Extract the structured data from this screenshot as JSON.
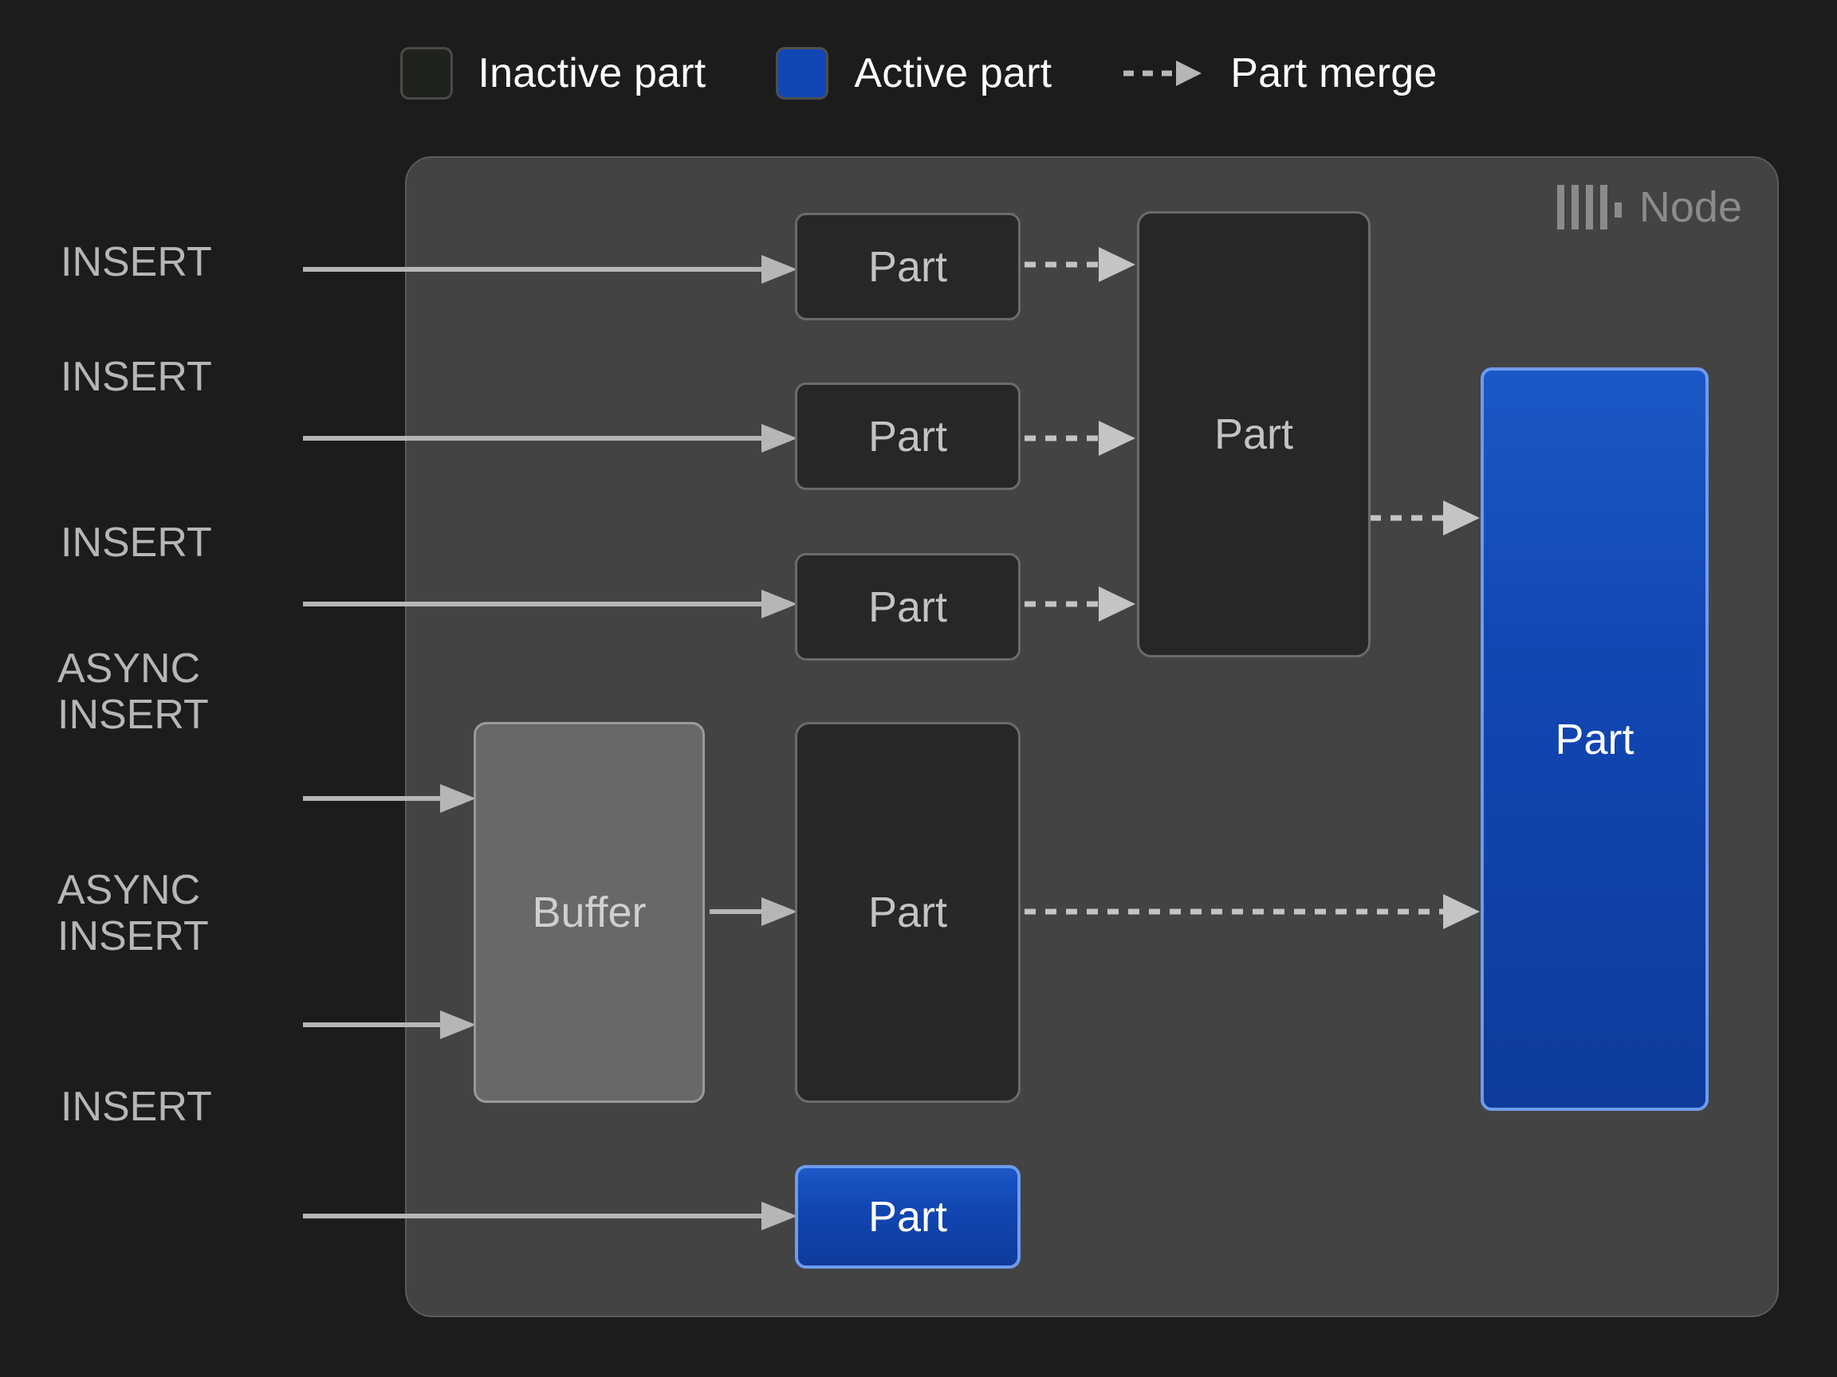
{
  "legend": {
    "items": [
      {
        "label": "Inactive part",
        "swatch": "inactive-part-swatch",
        "color": "#20231d"
      },
      {
        "label": "Active part",
        "swatch": "active-part-swatch",
        "color": "#1147b4"
      },
      {
        "label": "Part merge",
        "swatch": "dashed-arrow-icon",
        "color": "#b6b6b6"
      }
    ]
  },
  "node": {
    "label": "Node",
    "logo_icon": "clickhouse-logo-icon",
    "background": "#434343",
    "border": "#5b5b5b"
  },
  "inputs": [
    {
      "id": "insert-1",
      "label": "INSERT"
    },
    {
      "id": "insert-2",
      "label": "INSERT"
    },
    {
      "id": "insert-3",
      "label": "INSERT"
    },
    {
      "id": "async-insert-1",
      "label": "ASYNC\nINSERT"
    },
    {
      "id": "async-insert-2",
      "label": "ASYNC\nINSERT"
    },
    {
      "id": "insert-4",
      "label": "INSERT"
    }
  ],
  "boxes": {
    "part_small_1": {
      "label": "Part",
      "state": "inactive"
    },
    "part_small_2": {
      "label": "Part",
      "state": "inactive"
    },
    "part_small_3": {
      "label": "Part",
      "state": "inactive"
    },
    "part_merged_mid": {
      "label": "Part",
      "state": "inactive"
    },
    "buffer": {
      "label": "Buffer",
      "state": "buffer"
    },
    "part_from_buffer": {
      "label": "Part",
      "state": "inactive"
    },
    "part_active_large": {
      "label": "Part",
      "state": "active"
    },
    "part_active_small": {
      "label": "Part",
      "state": "active"
    }
  },
  "colors": {
    "page_background": "#1c1c1c",
    "node_background": "#434343",
    "inactive_fill": "#272727",
    "inactive_border": "#6b6b6b",
    "buffer_fill": "#686868",
    "buffer_border": "#9a9a9a",
    "active_fill": "#1147b4",
    "active_border": "#6e9ced",
    "arrow": "#b6b6b6",
    "text_primary": "#ffffff",
    "text_muted": "#b6b6b6"
  }
}
